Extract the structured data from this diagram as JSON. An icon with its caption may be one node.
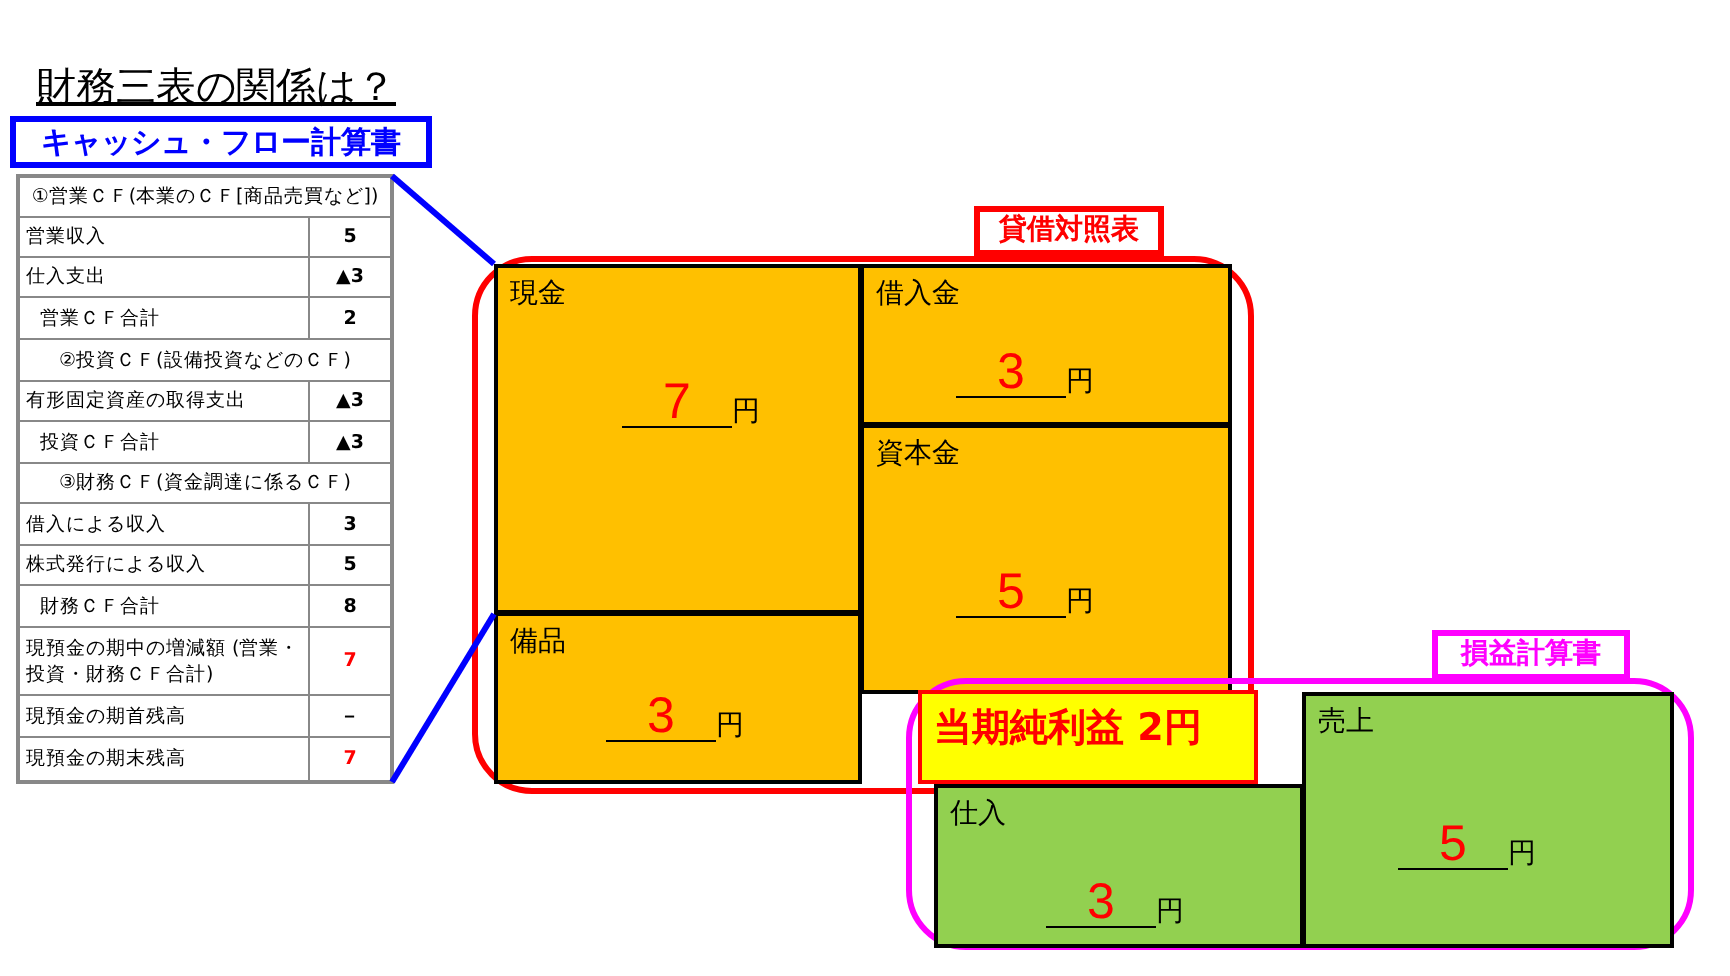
{
  "diagram": {
    "title": "財務三表の関係は？",
    "nodes": [
      {
        "text": [
          "キャッシュ・フロー計算書"
        ]
      },
      {
        "text": [],
        "shape": "box"
      },
      {
        "text": [
          "貸借対照表"
        ]
      },
      {
        "text": [
          "現金",
          "7",
          "円"
        ],
        "in": 2
      },
      {
        "text": [
          "借入金",
          "3",
          "円"
        ],
        "in": 2
      },
      {
        "text": [
          "資本金",
          "5",
          "円"
        ],
        "in": 2
      },
      {
        "text": [
          "備品",
          "3",
          "円"
        ],
        "in": 2
      },
      {
        "text": [
          "当期純利益 2円"
        ]
      },
      {
        "text": [
          "損益計算書"
        ]
      },
      {
        "text": [
          "仕入",
          "3",
          "円"
        ],
        "in": 8
      },
      {
        "text": [
          "売上",
          "5",
          "円"
        ],
        "in": 8
      }
    ],
    "edges": [
      {
        "from": 1,
        "to": 3,
        "arrow": "none"
      },
      {
        "from": 1,
        "to": 3,
        "arrow": "none"
      }
    ],
    "labels": [
      "①営業ＣＦ(本業のＣＦ[商品売買など])",
      "営業収入",
      "5",
      "仕入支出",
      "▲3",
      "営業ＣＦ合計",
      "2",
      "②投資ＣＦ(設備投資などのＣＦ)",
      "有形固定資産の取得支出",
      "▲3",
      "投資ＣＦ合計",
      "▲3",
      "③財務ＣＦ(資金調達に係るＣＦ)",
      "借入による収入",
      "3",
      "株式発行による収入",
      "5",
      "財務ＣＦ合計",
      "8",
      "現預金の期中の増減額 (営業・投資・財務ＣＦ合計)",
      "7",
      "現預金の期首残高",
      "－",
      "現預金の期末残高",
      "7"
    ]
  }
}
